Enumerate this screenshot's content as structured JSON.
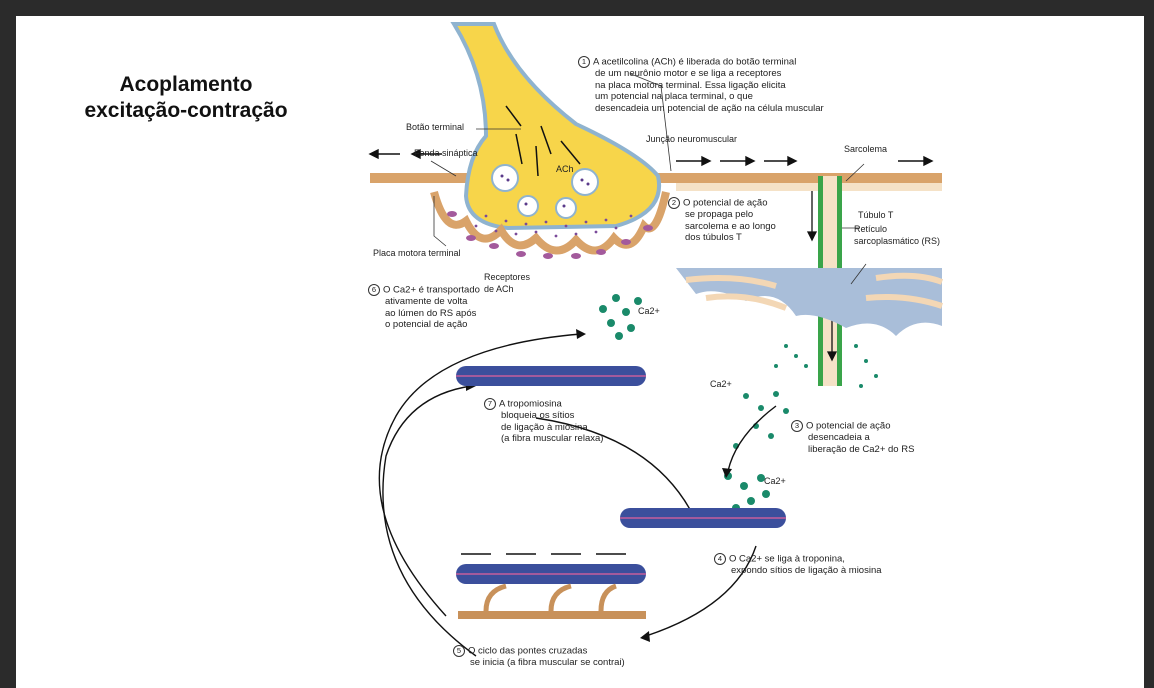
{
  "title": "Acoplamento excitação-contração",
  "labels": {
    "botao_terminal": "Botão terminal",
    "fenda_sinaptica": "Fenda sináptica",
    "juncao": "Junção neuromuscular",
    "sarcolema": "Sarcolema",
    "ach": "ACh",
    "placa_motora": "Placa motora terminal",
    "receptores_l1": "Receptores",
    "receptores_l2": "de ACh",
    "tubulo_t": "Túbulo T",
    "rs_l1": "Retículo",
    "rs_l2": "sarcoplasmático (RS)",
    "ca1": "Ca2+",
    "ca2": "Ca2+",
    "ca3": "Ca2+"
  },
  "steps": {
    "s1": {
      "num": "1",
      "lines": [
        "A acetilcolina (ACh) é liberada do botão terminal",
        "de um neurônio motor e se liga a receptores",
        "na placa motora terminal. Essa ligação elicita",
        "um potencial na placa terminal, o que",
        "desencadeia um potencial de ação na célula muscular"
      ]
    },
    "s2": {
      "num": "2",
      "lines": [
        "O potencial de ação",
        "se propaga pelo",
        "sarcolema e ao longo",
        "dos túbulos T"
      ]
    },
    "s3": {
      "num": "3",
      "lines": [
        "O potencial de ação",
        "desencadeia a",
        "liberação de Ca2+ do RS"
      ]
    },
    "s4": {
      "num": "4",
      "lines": [
        "O Ca2+ se liga à troponina,",
        "expondo sítios de ligação à miosina"
      ]
    },
    "s5": {
      "num": "5",
      "lines": [
        "O ciclo das pontes cruzadas",
        "se inicia (a fibra muscular se contrai)"
      ]
    },
    "s6": {
      "num": "6",
      "lines": [
        "O Ca2+ é transportado",
        "ativamente de volta",
        "ao lúmen do RS após",
        "o potencial de ação"
      ]
    },
    "s7": {
      "num": "7",
      "lines": [
        "A tropomiosina",
        "bloqueia os sítios",
        "de ligação à miosina",
        "(a fibra muscular relaxa)"
      ]
    }
  },
  "colors": {
    "neuron": "#f7d54a",
    "neuron_edge": "#8fb3cf",
    "sarcolemma": "#d9a36a",
    "muscle": "#f3d7b5",
    "t_tubule": "#3aa44a",
    "sr": "#a9bed9",
    "calcium": "#1a8a6a",
    "actin": "#3b4f9c",
    "myosin": "#c8915a",
    "receptor": "#a35a9c"
  }
}
